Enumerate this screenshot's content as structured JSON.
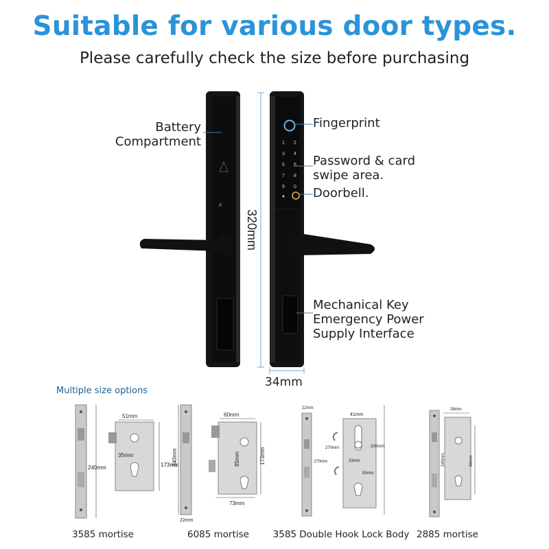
{
  "header": {
    "title": "Suitable for various door types.",
    "subtitle": "Please carefully check the size before purchasing"
  },
  "lock": {
    "callouts": {
      "battery_line1": "Battery",
      "battery_line2": "Compartment",
      "fingerprint": "Fingerprint",
      "password_line1": "Password & card",
      "password_line2": "swipe area.",
      "doorbell": "Doorbell.",
      "mechanical_line1": "Mechanical Key",
      "mechanical_line2": "Emergency Power",
      "mechanical_line3": "Supply Interface"
    },
    "height_dimension": "320mm",
    "width_dimension": "34mm",
    "keypad_keys": [
      "1",
      "2",
      "3",
      "4",
      "5",
      "6",
      "7",
      "8",
      "9",
      "0"
    ]
  },
  "options": {
    "section_label": "Multiple size options",
    "mortises": [
      {
        "caption": "3585 mortise",
        "dims": [
          "51mm",
          "35mm",
          "240mm",
          "173mm"
        ]
      },
      {
        "caption": "6085 mortise",
        "dims": [
          "60mm",
          "240mm",
          "85mm",
          "173mm",
          "22mm",
          "73mm"
        ]
      },
      {
        "caption": "3585 Double Hook Lock Body",
        "dims": [
          "22mm",
          "41mm",
          "270mm",
          "200mm",
          "33mm",
          "85mm",
          "270mm"
        ]
      },
      {
        "caption": "2885 mortise",
        "dims": [
          "28mm",
          "240mm",
          "85mm"
        ]
      }
    ]
  },
  "colors": {
    "title_blue": "#2b93d8",
    "lock_body": "#141414",
    "dimension_line": "#6fa8d6"
  }
}
